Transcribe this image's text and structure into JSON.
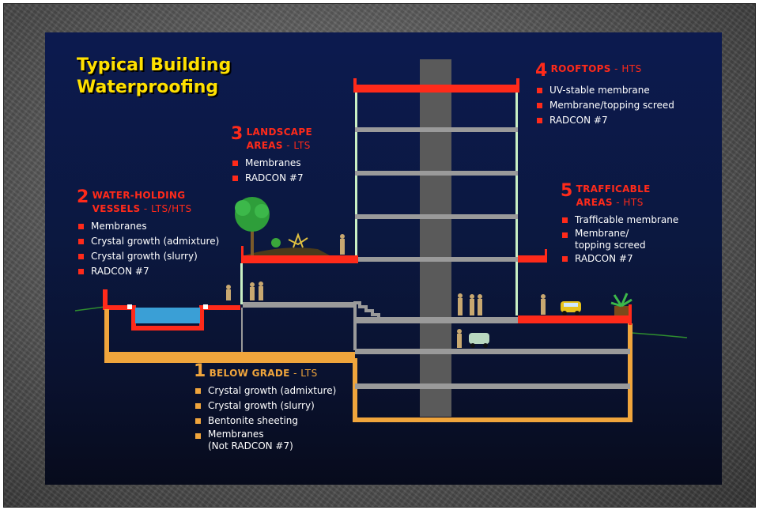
{
  "title": "Typical Building Waterproofing",
  "callouts": {
    "water_holding": {
      "number": "2",
      "title_lines": [
        "WATER-HOLDING",
        "VESSELS"
      ],
      "code": "LTS/HTS",
      "items": [
        "Membranes",
        "Crystal growth (admixture)",
        "Crystal growth (slurry)",
        "RADCON #7"
      ]
    },
    "landscape": {
      "number": "3",
      "title_lines": [
        "LANDSCAPE",
        "AREAS"
      ],
      "code": "LTS",
      "items": [
        "Membranes",
        "RADCON #7"
      ]
    },
    "rooftops": {
      "number": "4",
      "title_lines": [
        "ROOFTOPS"
      ],
      "code": "HTS",
      "items": [
        "UV-stable membrane",
        "Membrane/topping screed",
        "RADCON #7"
      ]
    },
    "trafficable": {
      "number": "5",
      "title_lines": [
        "TRAFFICABLE",
        "AREAS"
      ],
      "code": "HTS",
      "items": [
        "Trafficable membrane",
        "Membrane/",
        "topping screed",
        "RADCON #7"
      ]
    },
    "below_grade": {
      "number": "1",
      "title_lines": [
        "BELOW GRADE"
      ],
      "code": "LTS",
      "items": [
        "Crystal growth (admixture)",
        "Crystal growth (slurry)",
        "Bentonite sheeting",
        "Membranes",
        "(Not RADCON #7)"
      ]
    }
  },
  "colors": {
    "membrane_red": "#ff2a1a",
    "below_grade_orange": "#f0a53c",
    "title_yellow": "#ffe000",
    "slab_grey": "#9a9a9a",
    "core_grey": "#5a5a5a",
    "column_green": "#c9f0c4",
    "pool_blue": "#3a9fd6"
  }
}
